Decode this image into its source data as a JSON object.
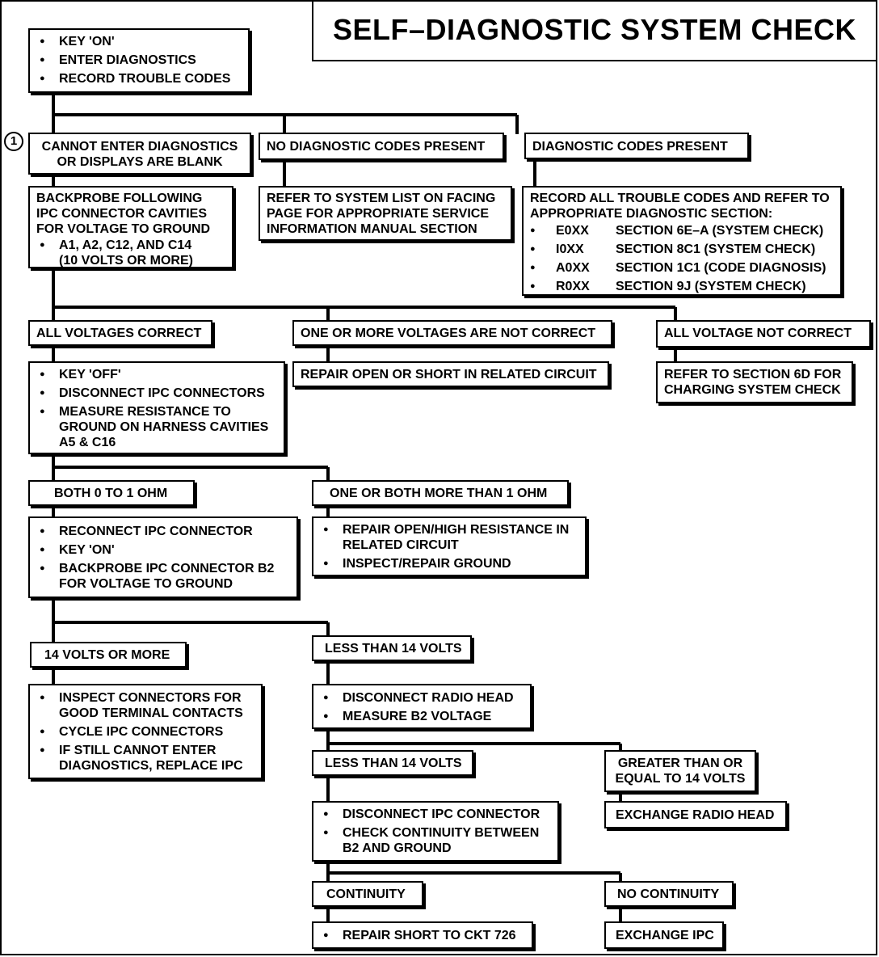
{
  "title": "SELF–DIAGNOSTIC SYSTEM CHECK",
  "marker": "1",
  "start": [
    "KEY 'ON'",
    "ENTER DIAGNOSTICS",
    "RECORD TROUBLE CODES"
  ],
  "branch1": {
    "cannot_enter": "CANNOT ENTER DIAGNOSTICS\nOR DISPLAYS ARE BLANK",
    "no_codes": "NO DIAGNOSTIC CODES PRESENT",
    "codes_present": "DIAGNOSTIC CODES PRESENT"
  },
  "backprobe": {
    "text": "BACKPROBE FOLLOWING\nIPC CONNECTOR CAVITIES\nFOR VOLTAGE TO GROUND",
    "bullet": "A1, A2, C12, AND C14\n(10 VOLTS OR MORE)"
  },
  "refer_system_list": "REFER TO SYSTEM  LIST ON FACING\nPAGE FOR APPROPRIATE SERVICE\nINFORMATION MANUAL SECTION",
  "record_codes": {
    "text": "RECORD ALL TROUBLE CODES AND REFER TO\nAPPROPRIATE DIAGNOSTIC SECTION:",
    "rows": [
      {
        "code": "E0XX",
        "section": "SECTION 6E–A (SYSTEM CHECK)"
      },
      {
        "code": "I0XX",
        "section": "SECTION 8C1 (SYSTEM CHECK)"
      },
      {
        "code": "A0XX",
        "section": "SECTION 1C1 (CODE DIAGNOSIS)"
      },
      {
        "code": "R0XX",
        "section": "SECTION 9J (SYSTEM CHECK)"
      }
    ]
  },
  "branch2": {
    "all_correct": "ALL VOLTAGES CORRECT",
    "one_or_more": "ONE OR MORE VOLTAGES ARE NOT CORRECT",
    "all_not_correct": "ALL VOLTAGE NOT CORRECT"
  },
  "key_off_steps": [
    "KEY 'OFF'",
    "DISCONNECT IPC CONNECTORS",
    "MEASURE RESISTANCE TO\nGROUND ON HARNESS CAVITIES\nA5 & C16"
  ],
  "repair_open_short": "REPAIR OPEN OR SHORT IN RELATED CIRCUIT",
  "refer_6d": "REFER TO SECTION 6D FOR\nCHARGING SYSTEM CHECK",
  "branch3": {
    "both_0_1": "BOTH 0 TO 1 OHM",
    "one_or_both": "ONE OR BOTH MORE THAN 1 OHM"
  },
  "reconnect_steps": [
    "RECONNECT IPC CONNECTOR",
    "KEY 'ON'",
    "BACKPROBE IPC CONNECTOR B2\nFOR VOLTAGE TO GROUND"
  ],
  "repair_high_res": [
    "REPAIR OPEN/HIGH RESISTANCE IN\nRELATED CIRCUIT",
    "INSPECT/REPAIR GROUND"
  ],
  "branch4": {
    "v14_more": "14 VOLTS OR MORE",
    "less_14": "LESS THAN 14 VOLTS"
  },
  "inspect_steps": [
    "INSPECT CONNECTORS FOR\nGOOD TERMINAL CONTACTS",
    "CYCLE IPC CONNECTORS",
    "IF STILL CANNOT ENTER\nDIAGNOSTICS, REPLACE IPC"
  ],
  "radio_steps": [
    "DISCONNECT RADIO HEAD",
    "MEASURE B2 VOLTAGE"
  ],
  "branch5": {
    "less_14": "LESS THAN 14 VOLTS",
    "greater_14": "GREATER THAN OR\nEQUAL TO 14 VOLTS"
  },
  "disconnect_ipc_steps": [
    "DISCONNECT IPC CONNECTOR",
    "CHECK CONTINUITY BETWEEN\nB2 AND GROUND"
  ],
  "exchange_radio": "EXCHANGE RADIO HEAD",
  "branch6": {
    "continuity": "CONTINUITY",
    "no_continuity": "NO CONTINUITY"
  },
  "repair_short": [
    "REPAIR SHORT TO CKT 726"
  ],
  "exchange_ipc": "EXCHANGE IPC"
}
